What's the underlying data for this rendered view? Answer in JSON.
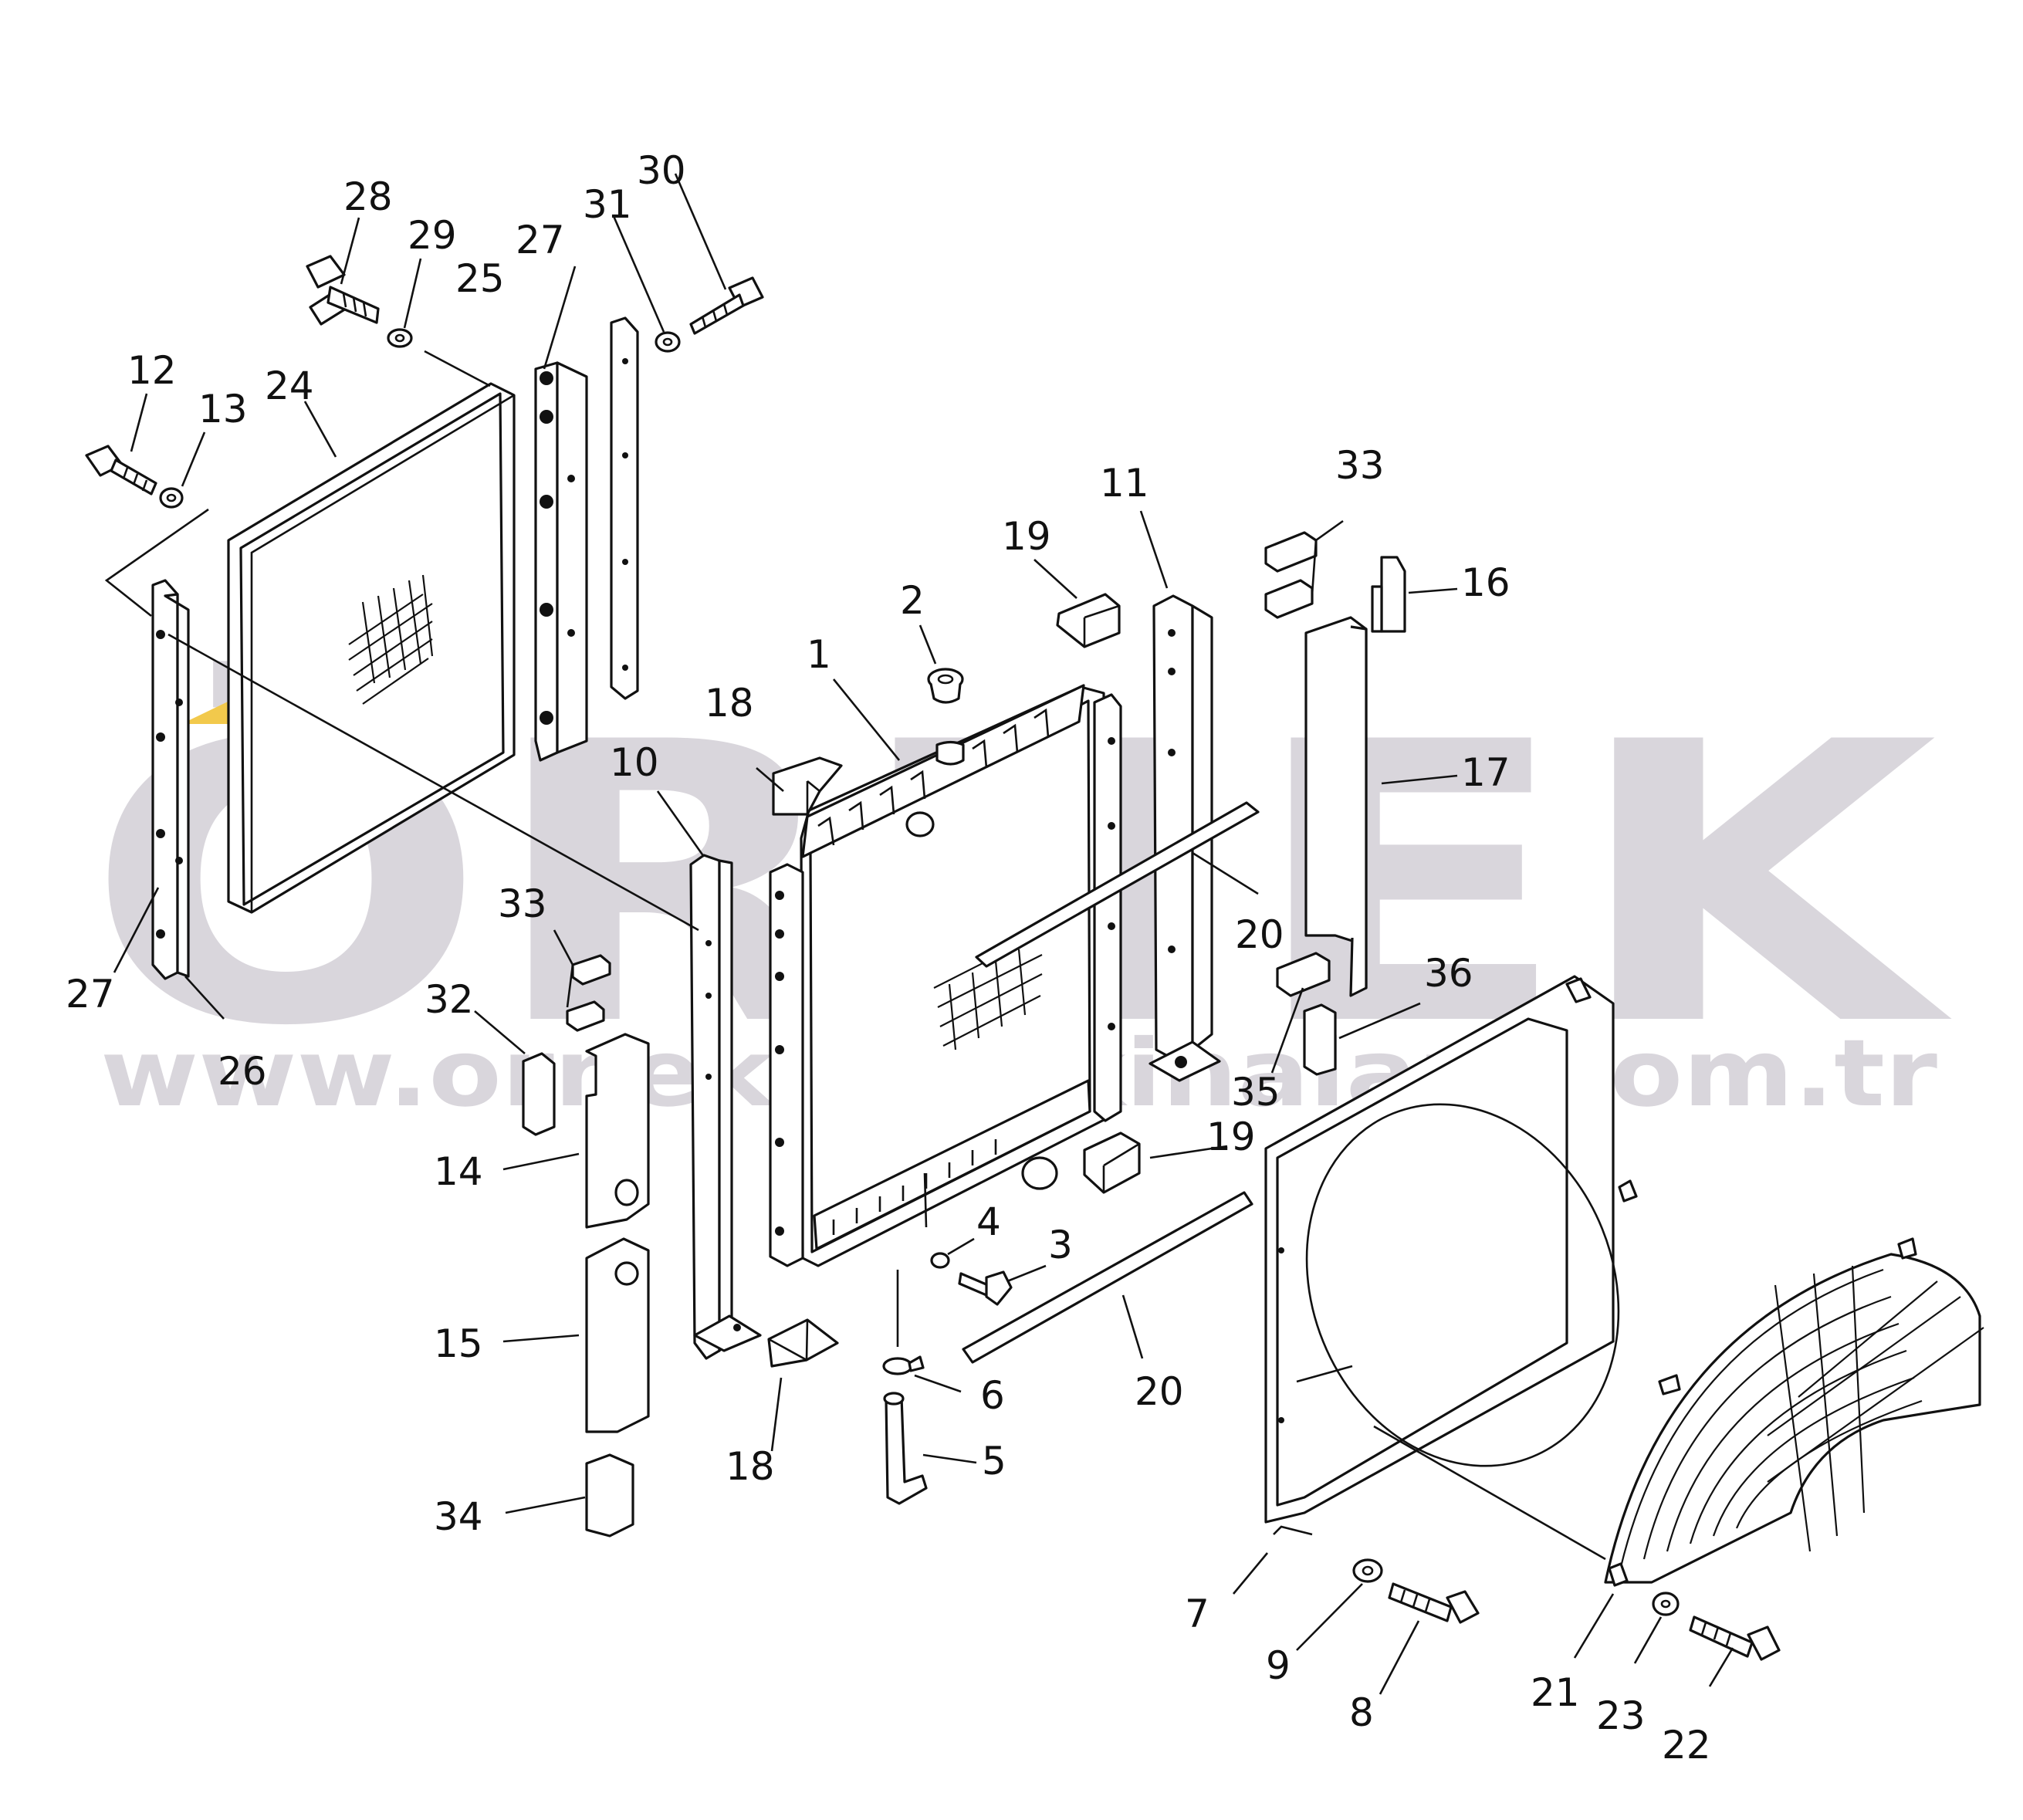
{
  "watermark": {
    "brand": "ÖRNEK",
    "url": "www.ornekismakinalari.com.tr",
    "brand_color": "#d9d6dc",
    "accent_color": "#f2c94c"
  },
  "callouts": [
    {
      "id": "c1",
      "text": "1"
    },
    {
      "id": "c2",
      "text": "2"
    },
    {
      "id": "c3",
      "text": "3"
    },
    {
      "id": "c4",
      "text": "4"
    },
    {
      "id": "c5",
      "text": "5"
    },
    {
      "id": "c6",
      "text": "6"
    },
    {
      "id": "c7",
      "text": "7"
    },
    {
      "id": "c8",
      "text": "8"
    },
    {
      "id": "c9",
      "text": "9"
    },
    {
      "id": "c10",
      "text": "10"
    },
    {
      "id": "c11",
      "text": "11"
    },
    {
      "id": "c12",
      "text": "12"
    },
    {
      "id": "c13",
      "text": "13"
    },
    {
      "id": "c14",
      "text": "14"
    },
    {
      "id": "c15",
      "text": "15"
    },
    {
      "id": "c16",
      "text": "16"
    },
    {
      "id": "c17",
      "text": "17"
    },
    {
      "id": "c18a",
      "text": "18"
    },
    {
      "id": "c18b",
      "text": "18"
    },
    {
      "id": "c19a",
      "text": "19"
    },
    {
      "id": "c19b",
      "text": "19"
    },
    {
      "id": "c20a",
      "text": "20"
    },
    {
      "id": "c20b",
      "text": "20"
    },
    {
      "id": "c21",
      "text": "21"
    },
    {
      "id": "c22",
      "text": "22"
    },
    {
      "id": "c23",
      "text": "23"
    },
    {
      "id": "c24",
      "text": "24"
    },
    {
      "id": "c25",
      "text": "25"
    },
    {
      "id": "c26",
      "text": "26"
    },
    {
      "id": "c27a",
      "text": "27"
    },
    {
      "id": "c27b",
      "text": "27"
    },
    {
      "id": "c28",
      "text": "28"
    },
    {
      "id": "c29",
      "text": "29"
    },
    {
      "id": "c30",
      "text": "30"
    },
    {
      "id": "c31",
      "text": "31"
    },
    {
      "id": "c32",
      "text": "32"
    },
    {
      "id": "c33a",
      "text": "33"
    },
    {
      "id": "c33b",
      "text": "33"
    },
    {
      "id": "c34",
      "text": "34"
    },
    {
      "id": "c35",
      "text": "35"
    },
    {
      "id": "c36",
      "text": "36"
    }
  ]
}
